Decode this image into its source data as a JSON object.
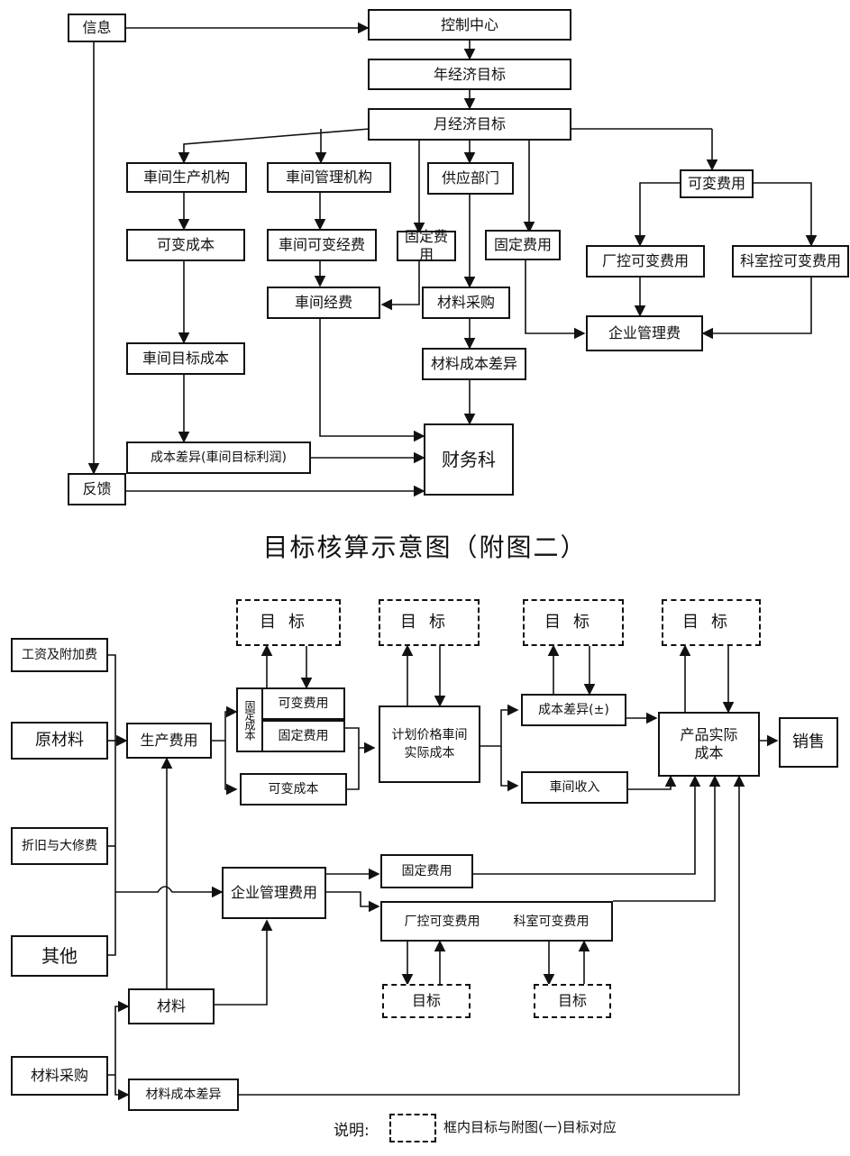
{
  "figure1": {
    "info": "信息",
    "control_center": "控制中心",
    "annual_target": "年经济目标",
    "monthly_target": "月经济目标",
    "workshop_production": "車间生产机构",
    "workshop_management": "車间管理机构",
    "supply_department": "供应部门",
    "variable_expenses": "可変费用",
    "variable_cost": "可变成本",
    "workshop_variable_funds": "車间可变经费",
    "fixed_cost_a": "固定费用",
    "fixed_cost_b": "固定费用",
    "factory_variable": "厂控可变费用",
    "section_variable": "科室控可变费用",
    "workshop_funds": "車间经费",
    "material_purchase": "材料采购",
    "enterprise_management": "企业管理费",
    "workshop_target_cost": "車间目标成本",
    "material_cost_variance": "材料成本差异",
    "cost_variance_profit": "成本差异(車间目标利润)",
    "finance": "财务科",
    "feedback": "反馈"
  },
  "caption": "目标核算示意图（附图二）",
  "figure2": {
    "wages": "工资及附加费",
    "raw_materials": "原材料",
    "depreciation": "折旧与大修费",
    "other": "其他",
    "production_cost": "生产费用",
    "fixed_cost_vertical": "固定成本",
    "variable_fee": "可变费用",
    "fixed_fee": "固定费用",
    "variable_cost": "可变成本",
    "plan_price": "计划价格車间实际成本",
    "cost_variance": "成本差异(±)",
    "workshop_income": "車间收入",
    "product_actual_cost": "产品实际成本",
    "sales": "销售",
    "target_1": "目标",
    "target_2": "目标",
    "target_3": "目标",
    "target_4": "目标",
    "target_5": "目标",
    "target_6": "目标",
    "enterprise_management": "企业管理费用",
    "fixed_fee_2": "固定费用",
    "factory_variable": "厂控可变费用",
    "section_variable": "科室可变费用",
    "materials": "材料",
    "material_purchase": "材料采购",
    "material_cost_variance": "材料成本差异",
    "legend_label": "说明:",
    "legend_text": "框内目标与附图(一)目标对应"
  }
}
